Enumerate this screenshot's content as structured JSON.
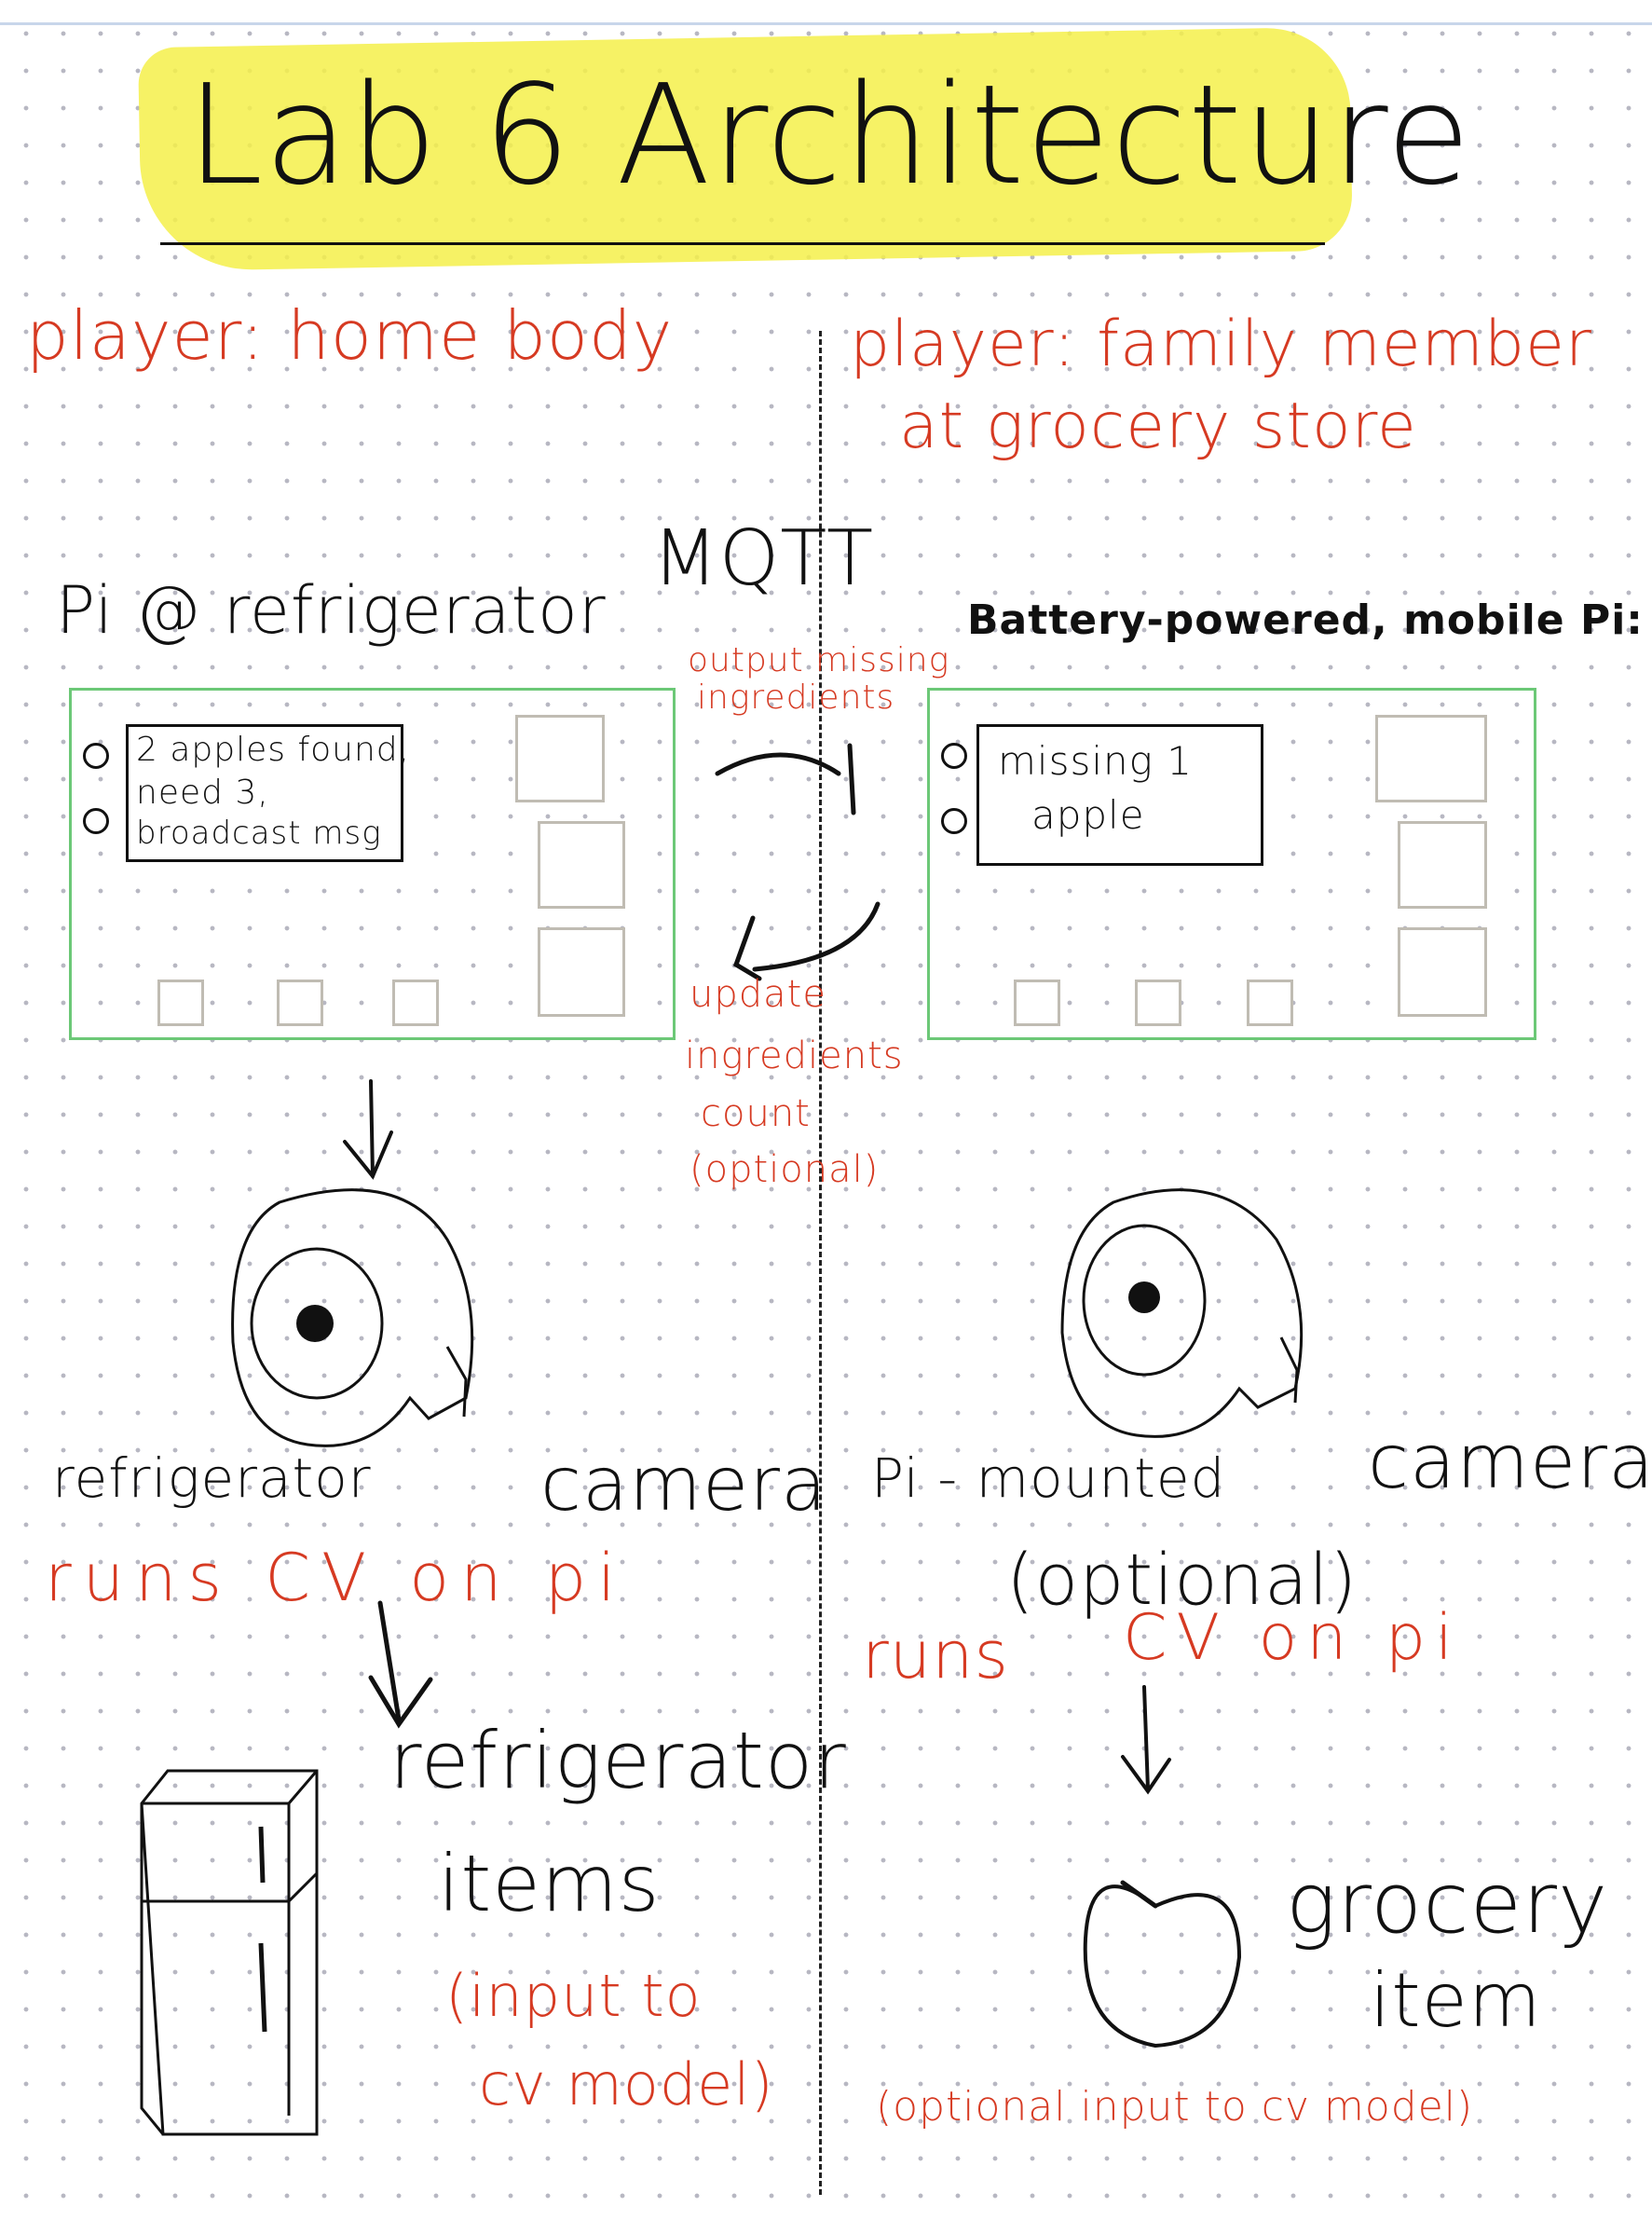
{
  "title": "Lab 6 Architecture",
  "left": {
    "player": "player: home body",
    "device": "Pi @ refrigerator",
    "screen_lines": [
      "2 apples found,",
      "need 3,",
      "broadcast msg"
    ],
    "camera_label_a": "refrigerator",
    "camera_label_b": "camera",
    "cv_note": "runs CV on pi",
    "items_label_a": "refrigerator",
    "items_label_b": "items",
    "items_note_a": "(input to",
    "items_note_b": "cv model)"
  },
  "center": {
    "protocol": "MQTT",
    "arrow_out": [
      "output missing",
      "ingredients"
    ],
    "arrow_in": [
      "update",
      "ingredients",
      "count",
      "(optional)"
    ]
  },
  "right": {
    "player_a": "player: family member",
    "player_b": "at grocery store",
    "device": "Battery-powered, mobile Pi:",
    "screen_lines": [
      "missing 1",
      "apple"
    ],
    "camera_label_a": "Pi - mounted",
    "camera_label_b": "camera",
    "camera_optional": "(optional)",
    "cv_note_a": "runs",
    "cv_note_b": "CV on pi",
    "items_label_a": "grocery",
    "items_label_b": "item",
    "items_note": "(optional input to cv model)"
  },
  "colors": {
    "ink": "#111111",
    "red": "#d63a22",
    "highlight": "#f5f04a",
    "pi_border": "#6cc877",
    "button_gray": "#c0bcb3"
  }
}
